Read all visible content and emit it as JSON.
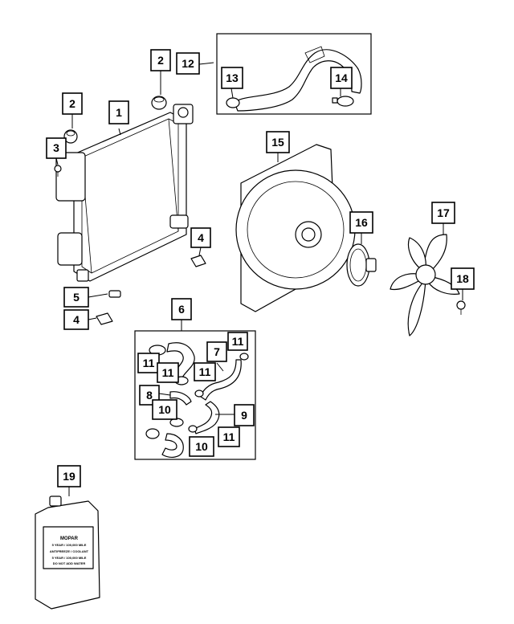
{
  "diagram": {
    "callouts": [
      {
        "id": "1",
        "text": "1"
      },
      {
        "id": "2a",
        "text": "2"
      },
      {
        "id": "2b",
        "text": "2"
      },
      {
        "id": "3",
        "text": "3"
      },
      {
        "id": "4a",
        "text": "4"
      },
      {
        "id": "4b",
        "text": "4"
      },
      {
        "id": "5",
        "text": "5"
      },
      {
        "id": "6",
        "text": "6"
      },
      {
        "id": "7",
        "text": "7"
      },
      {
        "id": "8",
        "text": "8"
      },
      {
        "id": "9",
        "text": "9"
      },
      {
        "id": "10a",
        "text": "10"
      },
      {
        "id": "10b",
        "text": "10"
      },
      {
        "id": "11a",
        "text": "11"
      },
      {
        "id": "11b",
        "text": "11"
      },
      {
        "id": "11c",
        "text": "11"
      },
      {
        "id": "11d",
        "text": "11"
      },
      {
        "id": "11e",
        "text": "11"
      },
      {
        "id": "12",
        "text": "12"
      },
      {
        "id": "13",
        "text": "13"
      },
      {
        "id": "14",
        "text": "14"
      },
      {
        "id": "15",
        "text": "15"
      },
      {
        "id": "16",
        "text": "16"
      },
      {
        "id": "17",
        "text": "17"
      },
      {
        "id": "18",
        "text": "18"
      },
      {
        "id": "19",
        "text": "19"
      }
    ],
    "jug_label": {
      "brand": "MOPAR",
      "line1": "5 YEAR / 100,000 MILE",
      "line2": "ANTIFREEZE / COOLANT",
      "line3": "5 YEAR / 100,000 MILE",
      "line4": "DO NOT ADD WATER"
    }
  }
}
